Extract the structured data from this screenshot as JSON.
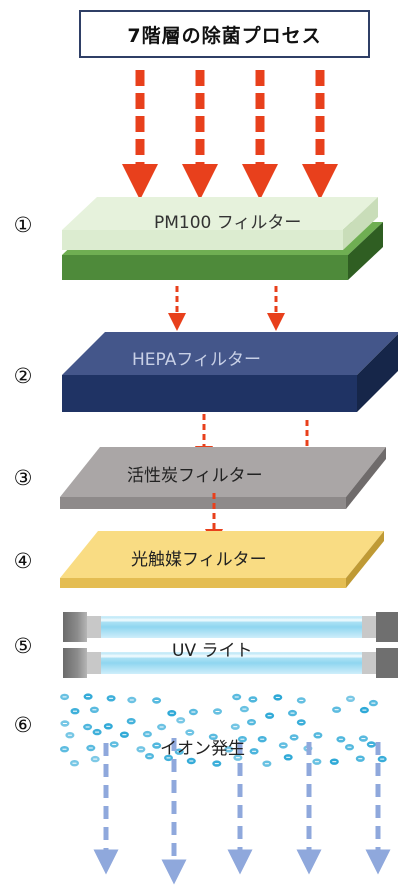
{
  "title": "7階層の除菌プロセス",
  "steps": [
    {
      "number": "①",
      "label": "PM100 フィルター"
    },
    {
      "number": "②",
      "label": "HEPAフィルター"
    },
    {
      "number": "③",
      "label": "活性炭フィルター"
    },
    {
      "number": "④",
      "label": "光触媒フィルター"
    },
    {
      "number": "⑤",
      "label": "UV ライト"
    },
    {
      "number": "⑥",
      "label": "イオン発生"
    }
  ],
  "colors": {
    "arrow_red": "#e8401c",
    "arrow_blue": "#8fa8dc",
    "pm100_top": "#e3f0d8",
    "pm100_base": "#4e8a3a",
    "hepa": "#2f4170",
    "carbon": "#a8a5a5",
    "photocatalyst": "#f7d87a",
    "uv_tube": "#a9def2",
    "ion_dot": "#2aa7d6"
  }
}
